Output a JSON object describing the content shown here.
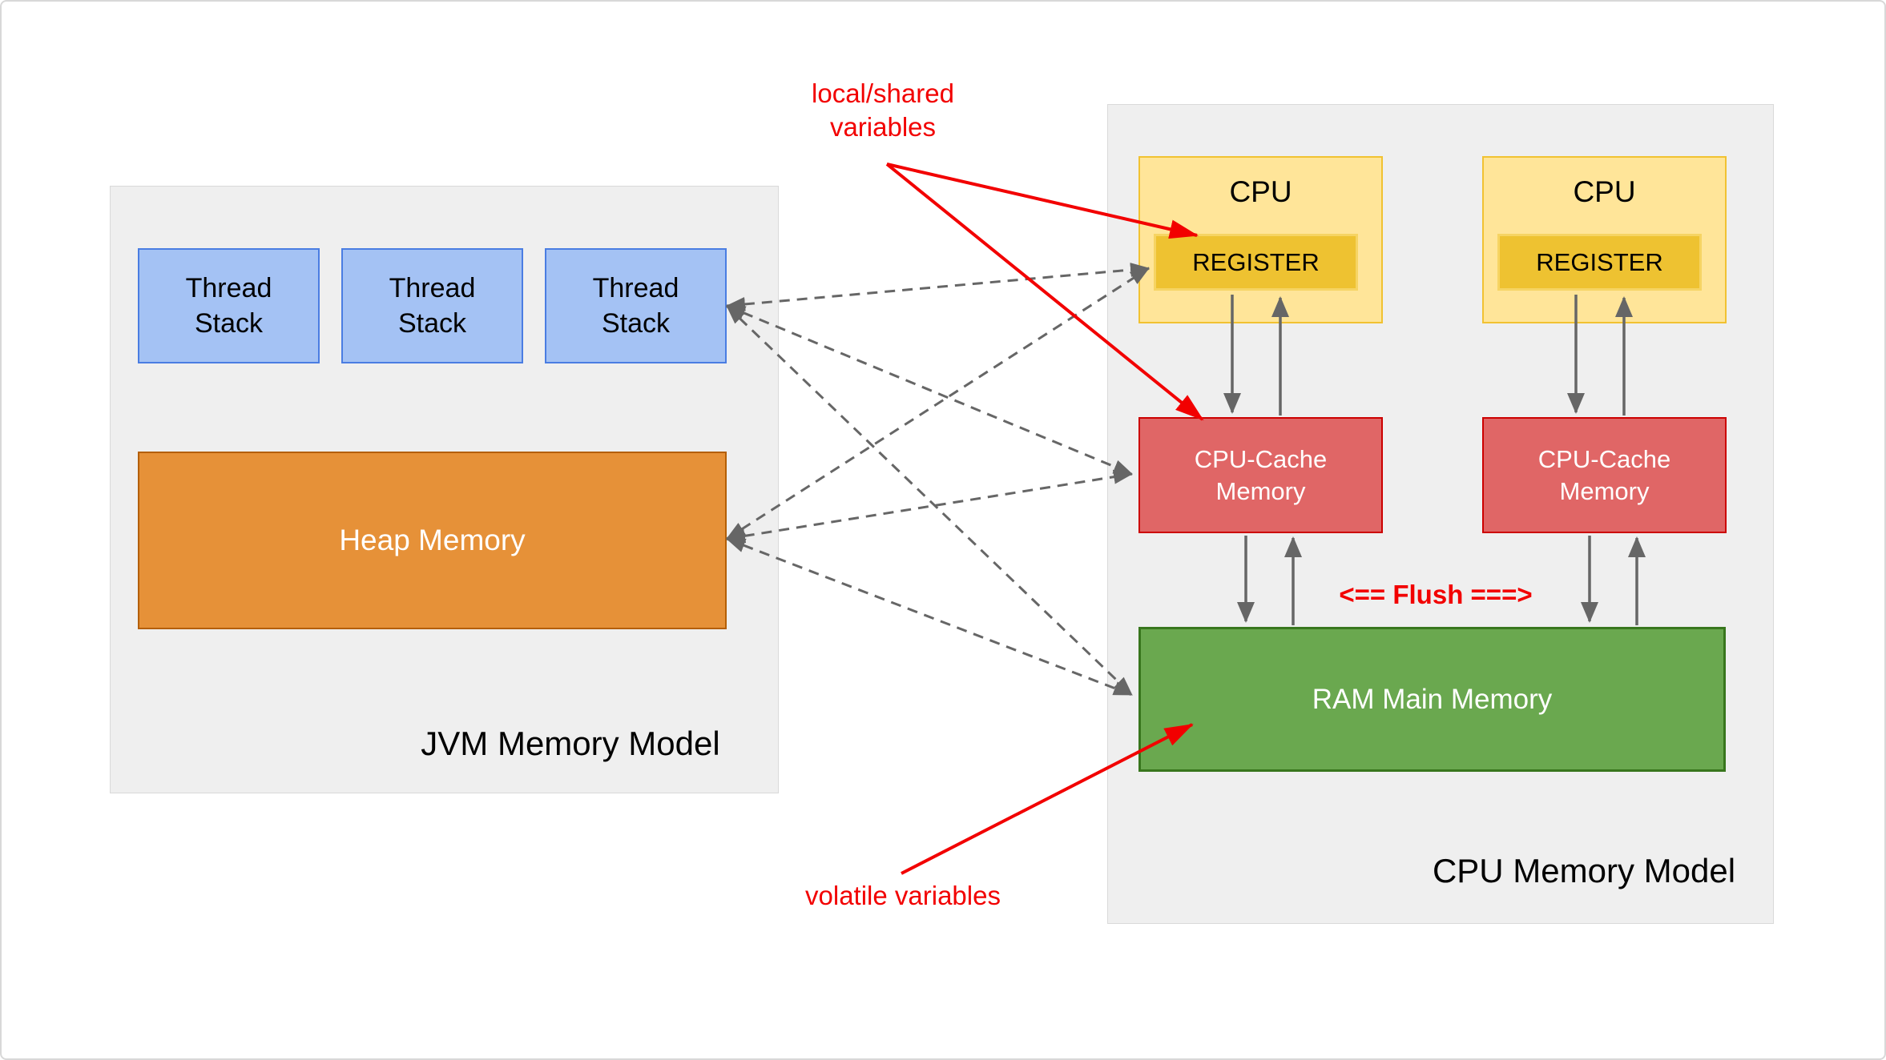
{
  "jvm": {
    "title": "JVM Memory Model",
    "thread_stacks": [
      {
        "line1": "Thread",
        "line2": "Stack"
      },
      {
        "line1": "Thread",
        "line2": "Stack"
      },
      {
        "line1": "Thread",
        "line2": "Stack"
      }
    ],
    "heap_label": "Heap Memory"
  },
  "cpu_model": {
    "title": "CPU Memory Model",
    "cpus": [
      {
        "label": "CPU",
        "register": "REGISTER"
      },
      {
        "label": "CPU",
        "register": "REGISTER"
      }
    ],
    "caches": [
      {
        "line1": "CPU-Cache",
        "line2": "Memory"
      },
      {
        "line1": "CPU-Cache",
        "line2": "Memory"
      }
    ],
    "ram_label": "RAM Main Memory",
    "flush_label": "<== Flush ===>"
  },
  "annotations": {
    "local_shared": {
      "line1": "local/shared",
      "line2": "variables"
    },
    "volatile_label": "volatile variables"
  },
  "colors": {
    "panel_fill": "#efefef",
    "panel_border": "#d9d9d9",
    "thread_stack_fill": "#a4c2f4",
    "thread_stack_border": "#4a7de2",
    "heap_fill": "#e69138",
    "heap_border": "#b45f06",
    "cpu_fill": "#ffe599",
    "cpu_border": "#f1c232",
    "register_fill": "#eec231",
    "cache_fill": "#e06666",
    "cache_border": "#cc0000",
    "ram_fill": "#6aa84f",
    "ram_border": "#38761d",
    "arrow_gray": "#666666",
    "annotation_red": "#f20000"
  }
}
